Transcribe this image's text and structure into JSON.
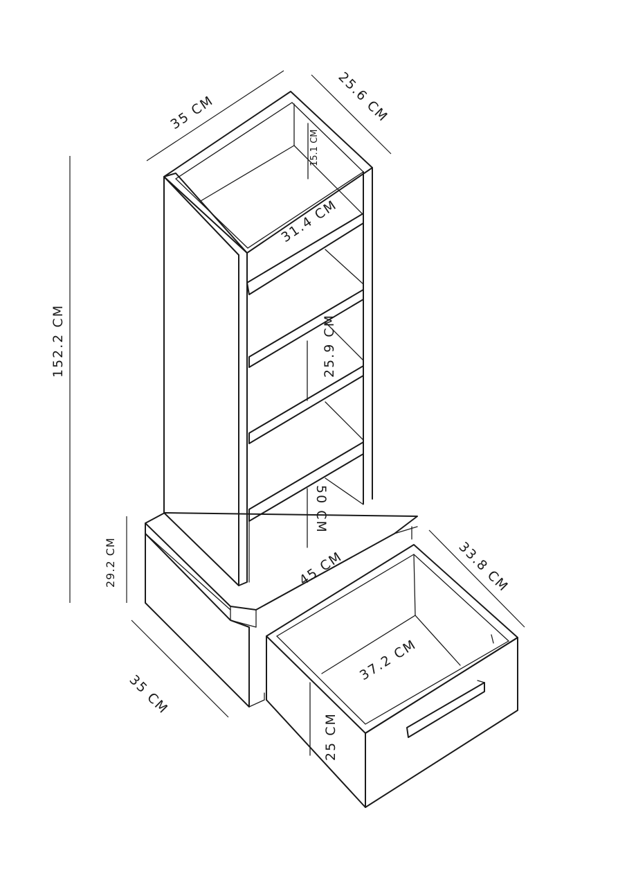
{
  "dimensions": {
    "top_width": "35 CM",
    "top_depth": "25.6 CM",
    "top_shelf_gap": "15.1 CM",
    "inner_width": "31.4 CM",
    "total_height": "152.2 CM",
    "shelf_gap": "25.9 CM",
    "lower_gap": "50 CM",
    "base_height": "29.2 CM",
    "base_width": "45 CM",
    "drawer_depth": "33.8 CM",
    "base_depth": "35 CM",
    "drawer_inner_width": "37.2 CM",
    "drawer_height": "25 CM"
  }
}
